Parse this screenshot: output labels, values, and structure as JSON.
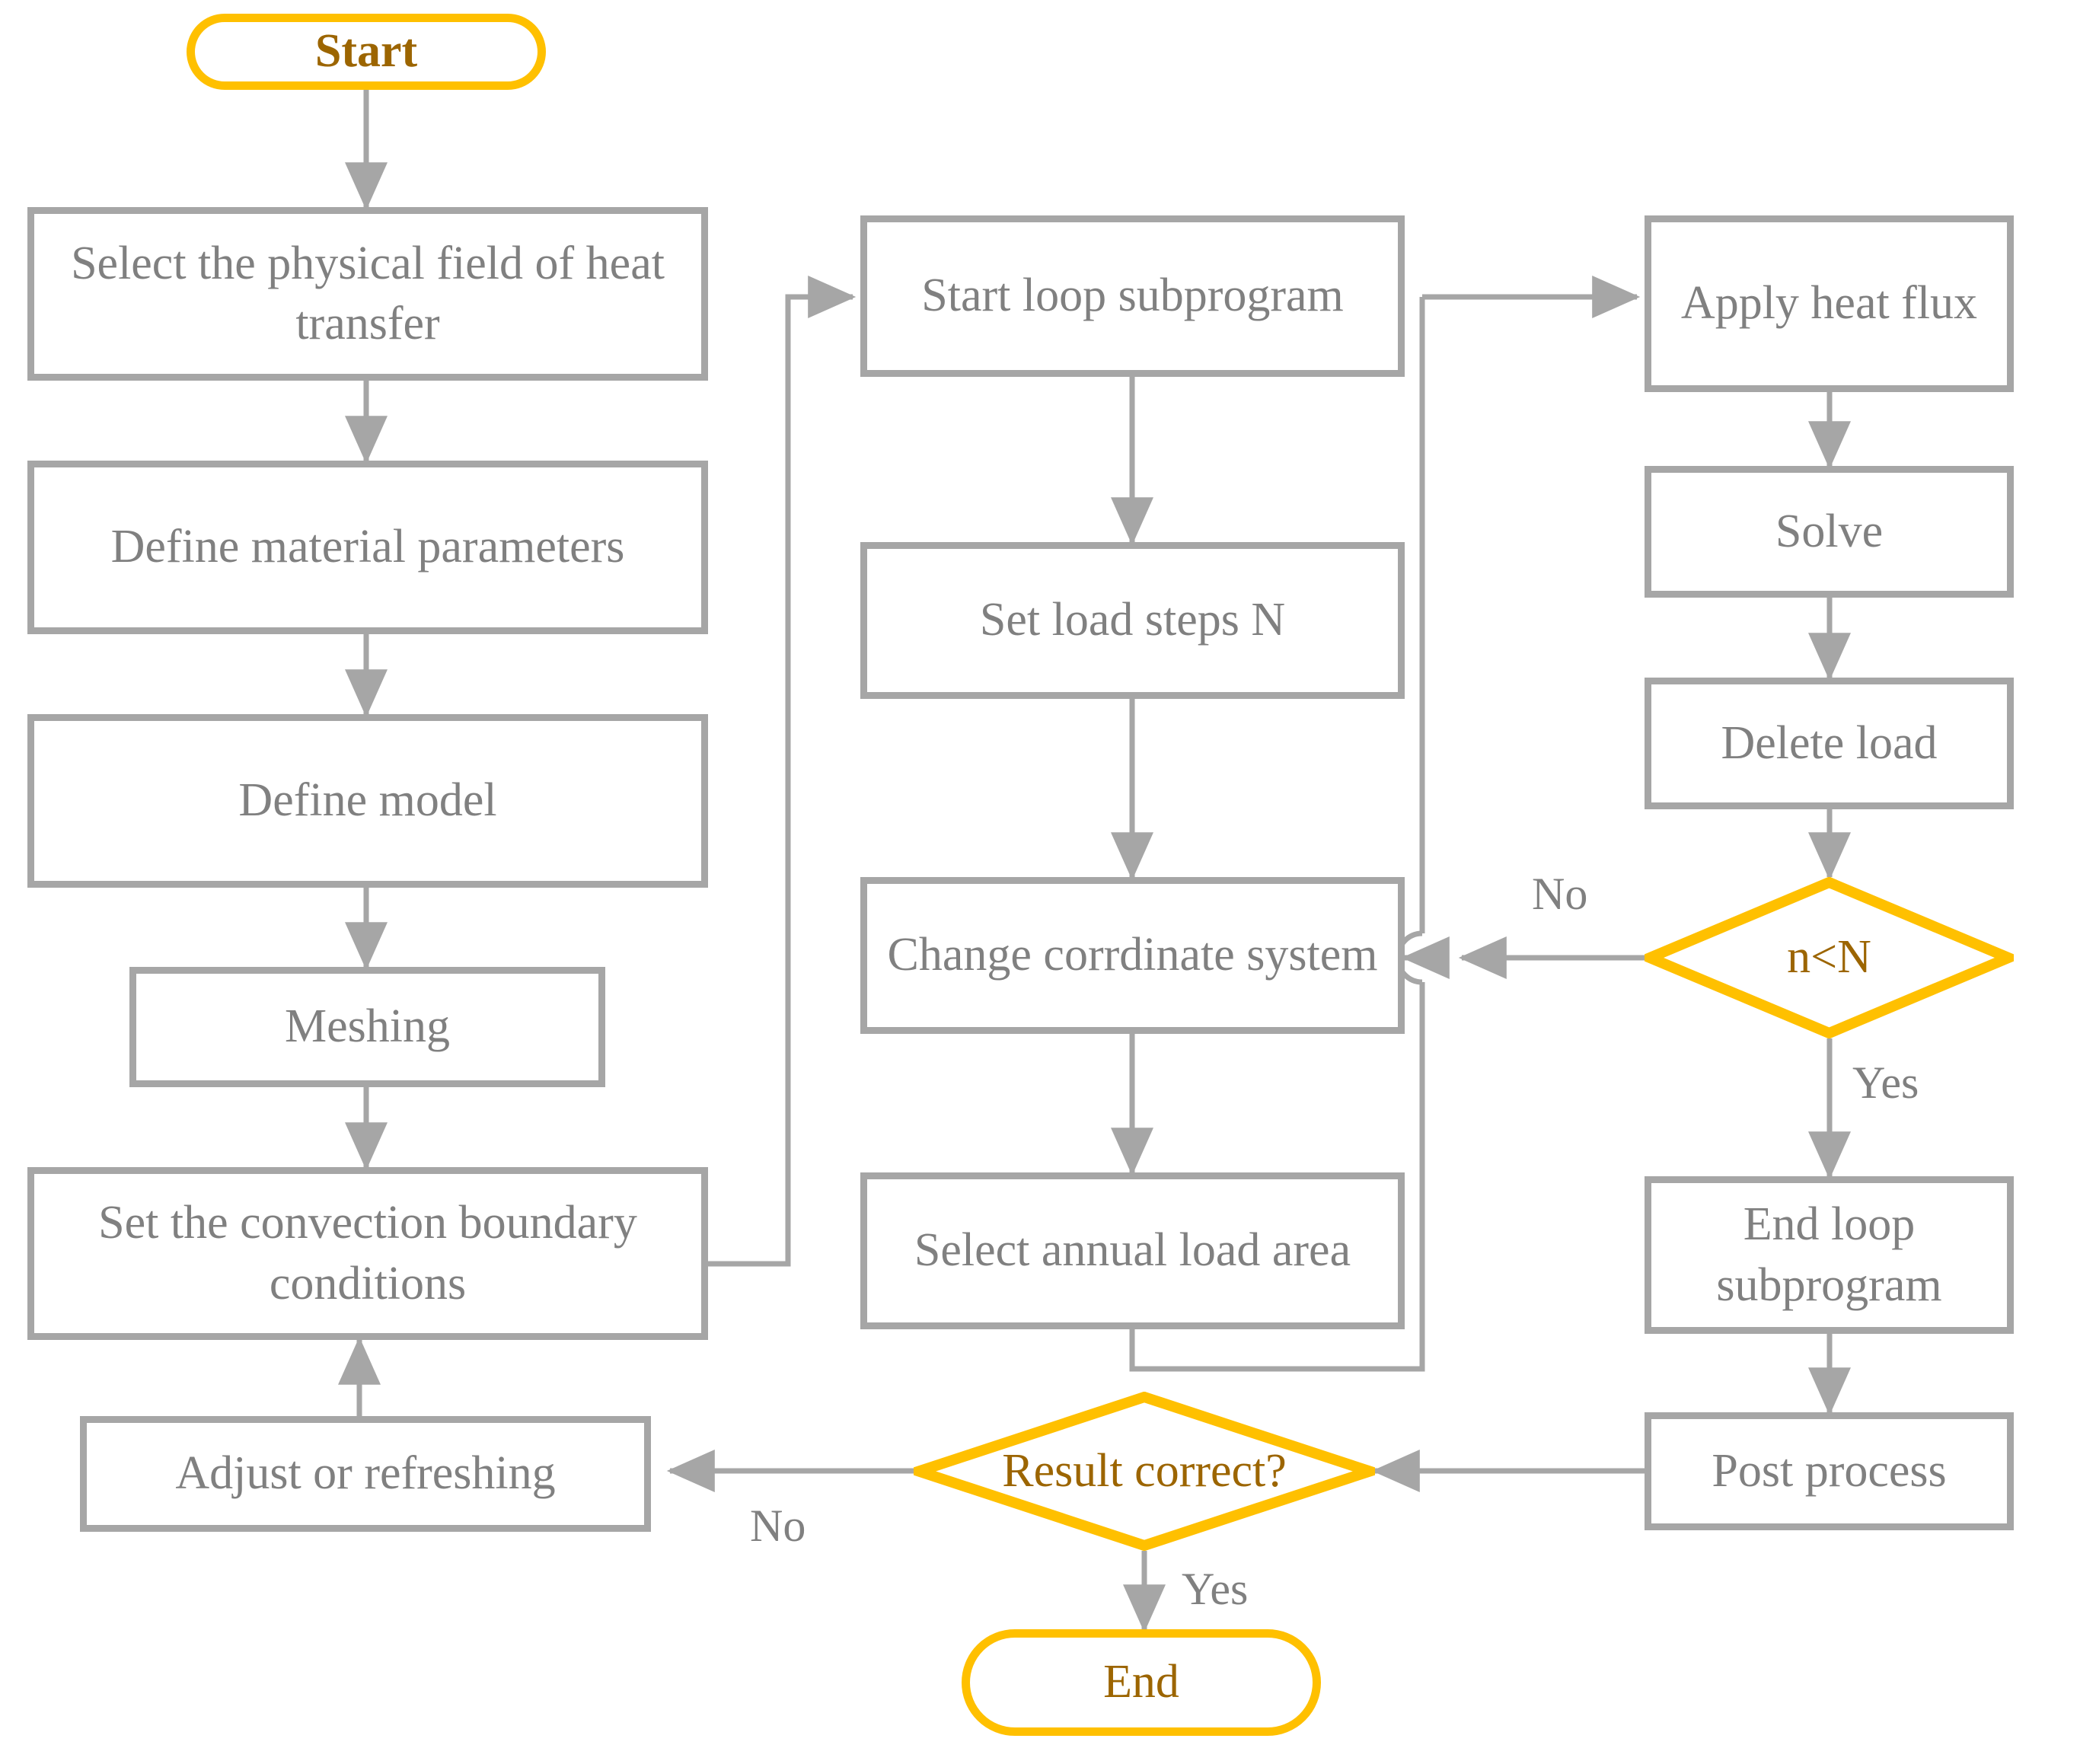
{
  "diagram": {
    "title": "Heat transfer simulation workflow flowchart",
    "colors": {
      "shape_gray": "#a6a6a6",
      "accent_yellow": "#ffc000",
      "accent_text": "#9c6500",
      "body_text": "#808080",
      "background": "#ffffff"
    }
  },
  "nodes": {
    "start": "Start",
    "select_physical_field": "Select the physical field of heat transfer",
    "define_material": "Define material parameters",
    "define_model": "Define model",
    "meshing": "Meshing",
    "set_convection": "Set the convection boundary conditions",
    "start_loop": "Start loop subprogram",
    "set_load_steps": "Set load steps N",
    "change_coordinate": "Change corrdinate system",
    "select_annual_load": "Select annual load area",
    "apply_heat_flux": "Apply heat flux",
    "solve": "Solve",
    "delete_load": "Delete load",
    "n_lt_N": "n<N",
    "end_loop": "End loop subprogram",
    "post_process": "Post process",
    "result_correct": "Result correct?",
    "adjust_or_refreshing": "Adjust or refreshing",
    "end": "End"
  },
  "edge_labels": {
    "n_loop_no": "No",
    "n_loop_yes": "Yes",
    "result_no": "No",
    "result_yes": "Yes"
  }
}
